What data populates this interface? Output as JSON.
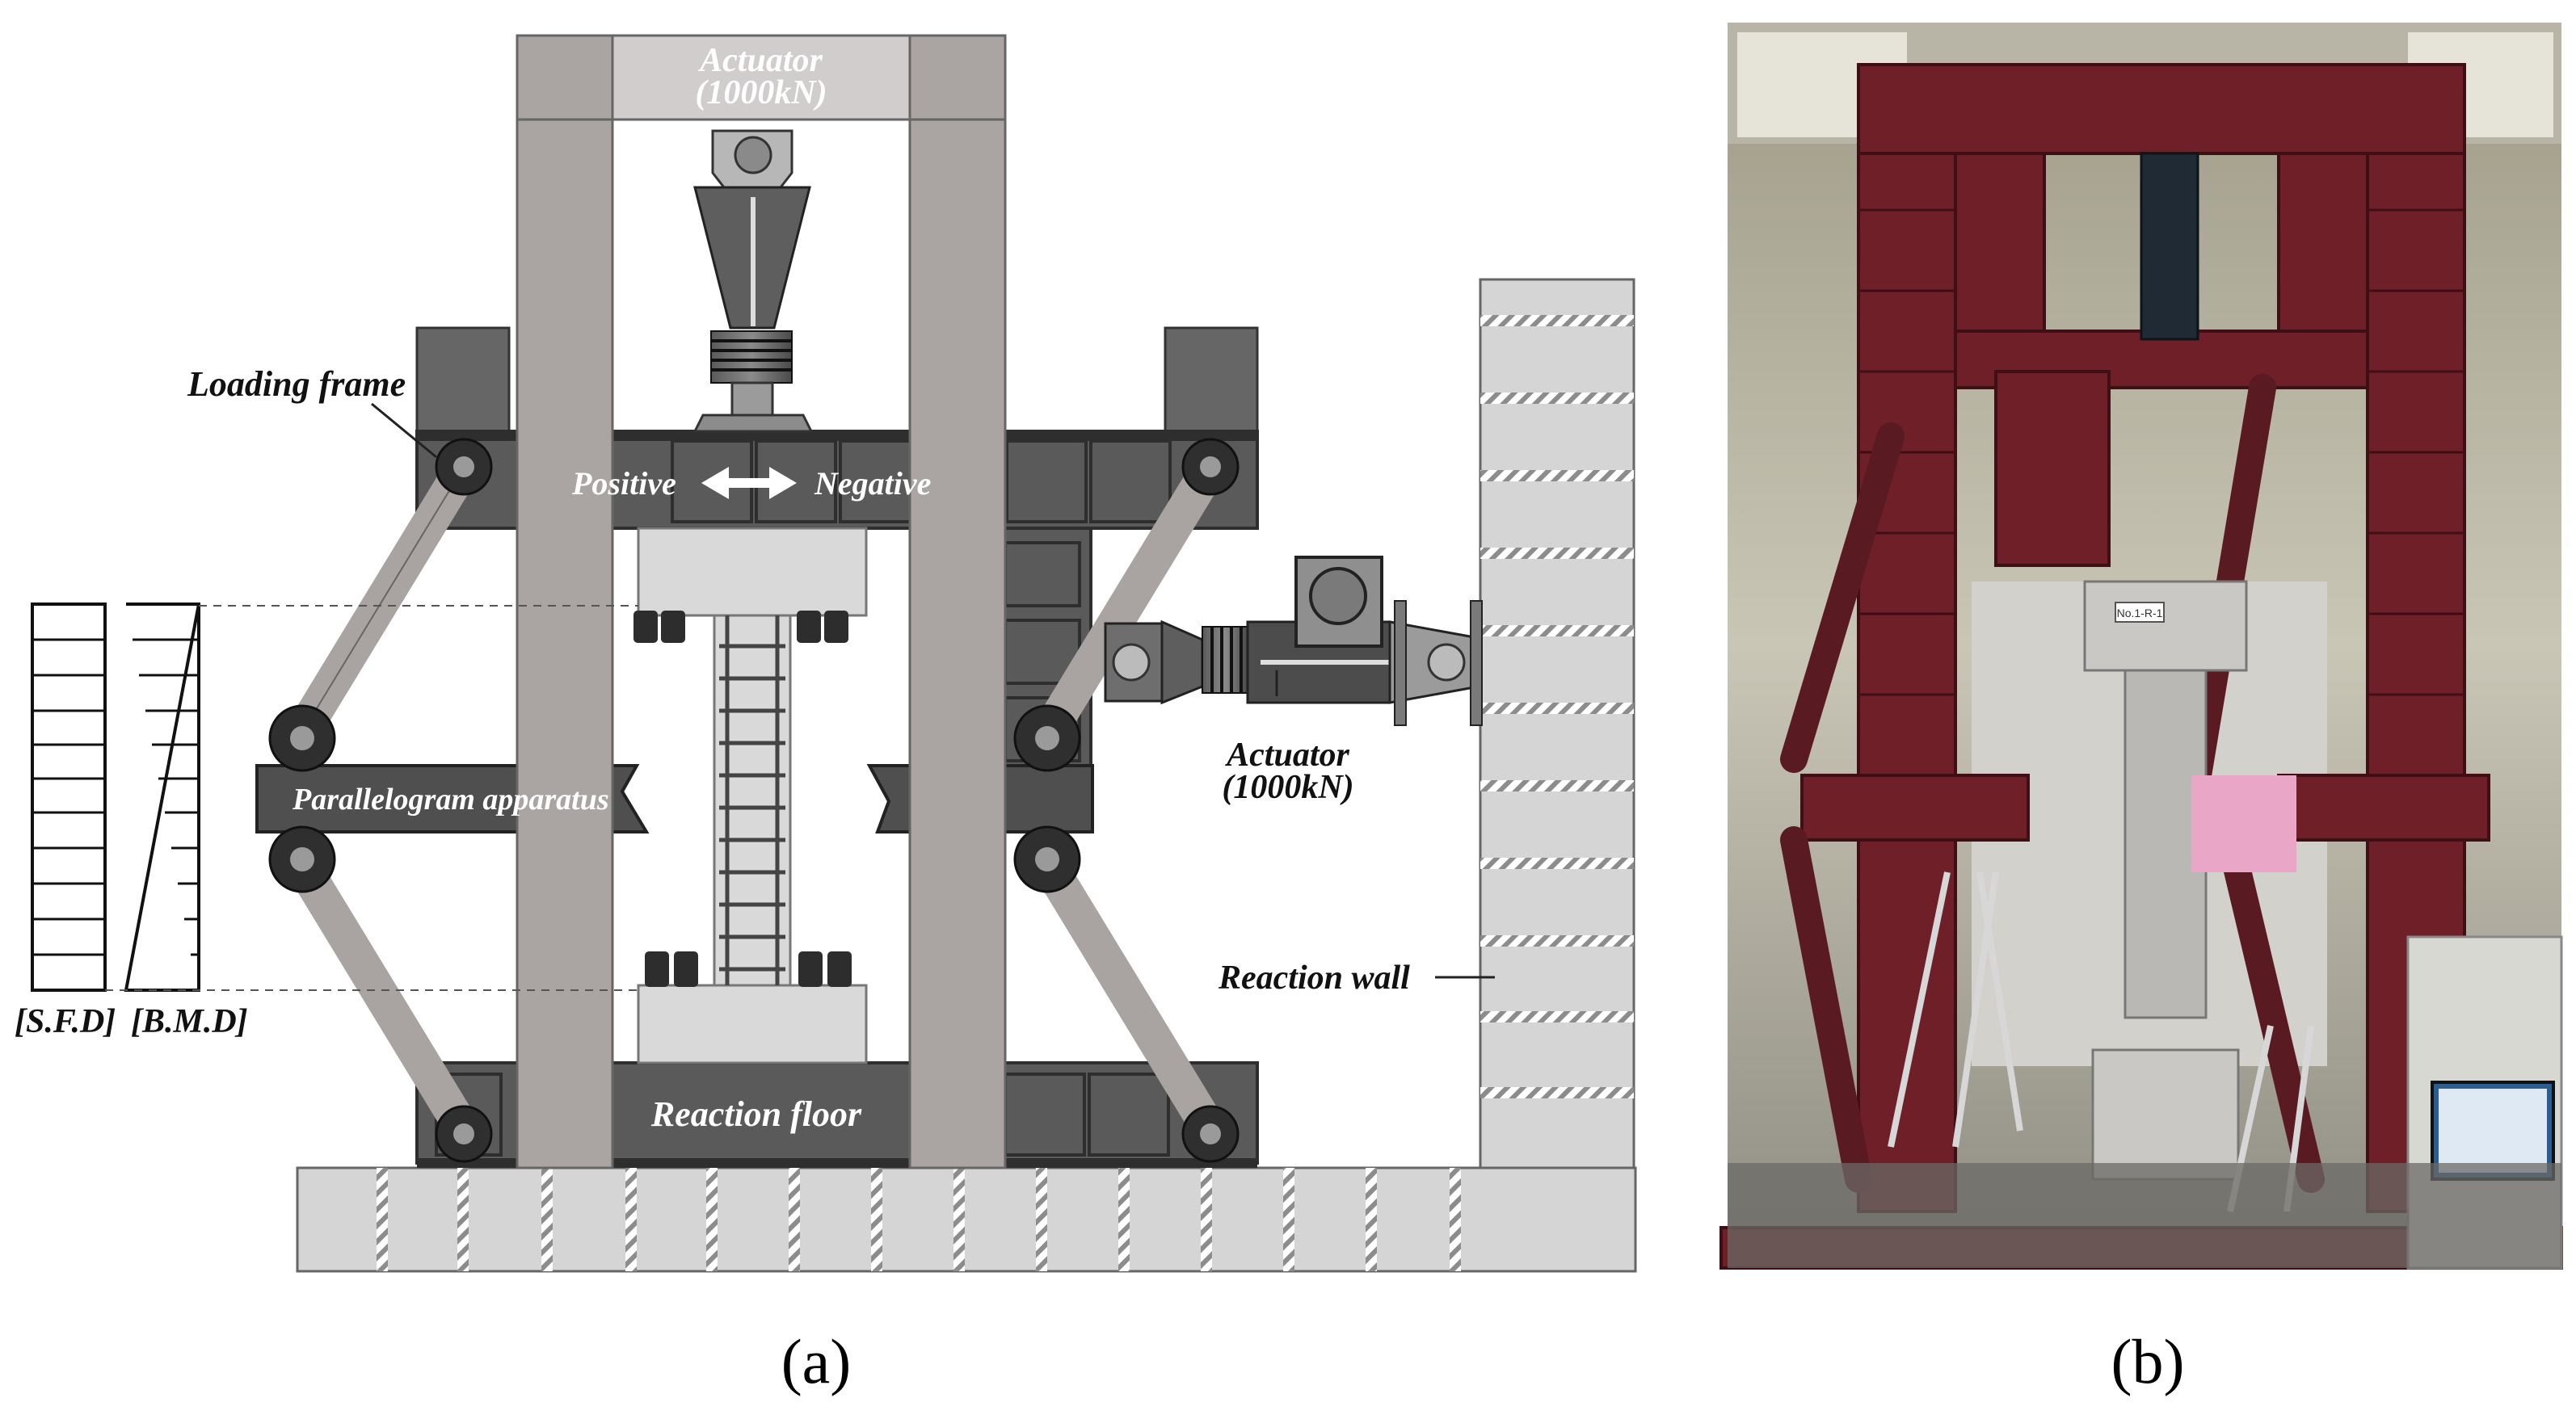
{
  "panel_a": {
    "caption": "(a)",
    "labels": {
      "top_actuator_line1": "Actuator",
      "top_actuator_line2": "(1000kN)",
      "loading_frame": "Loading frame",
      "positive": "Positive",
      "negative": "Negative",
      "parallelogram": "Parallelogram apparatus",
      "side_actuator_line1": "Actuator",
      "side_actuator_line2": "(1000kN)",
      "reaction_wall": "Reaction wall",
      "reaction_floor": "Reaction floor",
      "sfd": "[S.F.D]",
      "bmd": "[B.M.D]"
    }
  },
  "panel_b": {
    "caption": "(b)",
    "photo_specimen_tag": "No.1-R-1"
  },
  "colors": {
    "frame_light": "#aaa5a3",
    "frame_dark": "#4d4d4d",
    "concrete": "#d5d5d5",
    "steel_red": "#6e1f28"
  }
}
